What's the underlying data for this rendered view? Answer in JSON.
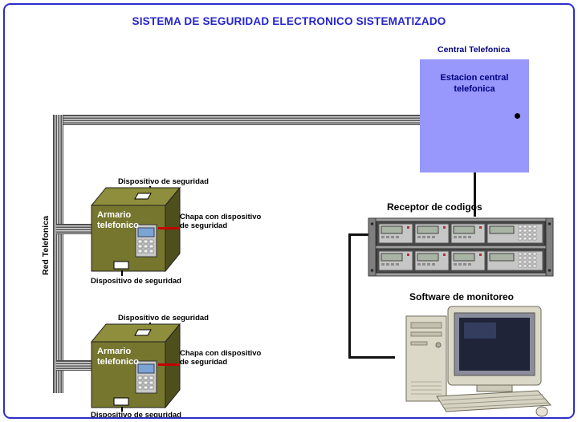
{
  "title": "SISTEMA DE SEGURIDAD ELECTRONICO SISTEMATIZADO",
  "central": {
    "label": "Central Telefonica",
    "box_text": "Estacion central telefonica"
  },
  "network": {
    "label": "Red Telefonica"
  },
  "cabinets": [
    {
      "name": "Armario telefonico",
      "top_device_label": "Dispositivo de seguridad",
      "lock_label": "Chapa con dispositivo de seguridad",
      "bottom_device_label": "Dispositivo de seguridad"
    },
    {
      "name": "Armario telefonico",
      "top_device_label": "Dispositivo de seguridad",
      "lock_label": "Chapa con dispositivo de seguridad",
      "bottom_device_label": "Dispositivo de seguridad"
    }
  ],
  "receiver": {
    "label": "Receptor de codigos"
  },
  "monitoring": {
    "label": "Software de monitoreo"
  },
  "colors": {
    "frame_blue": "#2d2dc8",
    "title_blue": "#2525cd",
    "central_box_blue": "#9898fc",
    "navy_text": "#000080",
    "cabinet_front_olive": "#76762e",
    "cabinet_top_olive": "#8e8e3c",
    "cabinet_side_olive": "#4f4f1e",
    "pointer_red": "#c40000",
    "cable_gray": "#8f8f8f"
  }
}
